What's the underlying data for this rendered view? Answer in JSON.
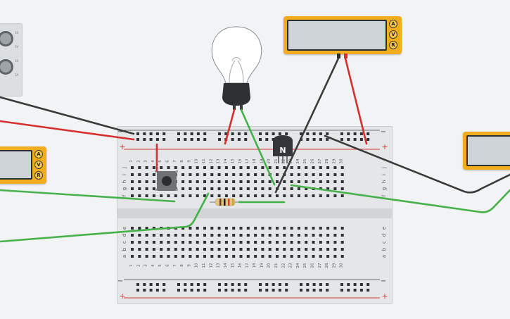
{
  "meters": {
    "top": {
      "buttons": [
        "A",
        "V",
        "R"
      ],
      "active": ""
    },
    "left": {
      "buttons": [
        "A",
        "V",
        "R"
      ],
      "active": ""
    },
    "right": {
      "buttons": [],
      "active": ""
    }
  },
  "power_supply": {
    "labels": [
      "10",
      "5V",
      "10",
      "5A"
    ]
  },
  "breadboard": {
    "columns": [
      "1",
      "2",
      "3",
      "4",
      "5",
      "6",
      "7",
      "8",
      "9",
      "10",
      "11",
      "12",
      "13",
      "14",
      "15",
      "16",
      "17",
      "18",
      "19",
      "20",
      "21",
      "22",
      "23",
      "24",
      "25",
      "26",
      "27",
      "28",
      "29",
      "30"
    ],
    "rows_top": [
      "j",
      "i",
      "h",
      "g",
      "f"
    ],
    "rows_bottom": [
      "e",
      "d",
      "c",
      "b",
      "a"
    ],
    "rail_minus": "−",
    "rail_plus": "+"
  },
  "transistor": {
    "label": "N"
  },
  "colors": {
    "wire_red": "#d62f2f",
    "wire_black": "#3b3b3b",
    "wire_green": "#46b14a",
    "meter_body": "#f1ad1d",
    "rail_red": "#cf3a3a"
  }
}
